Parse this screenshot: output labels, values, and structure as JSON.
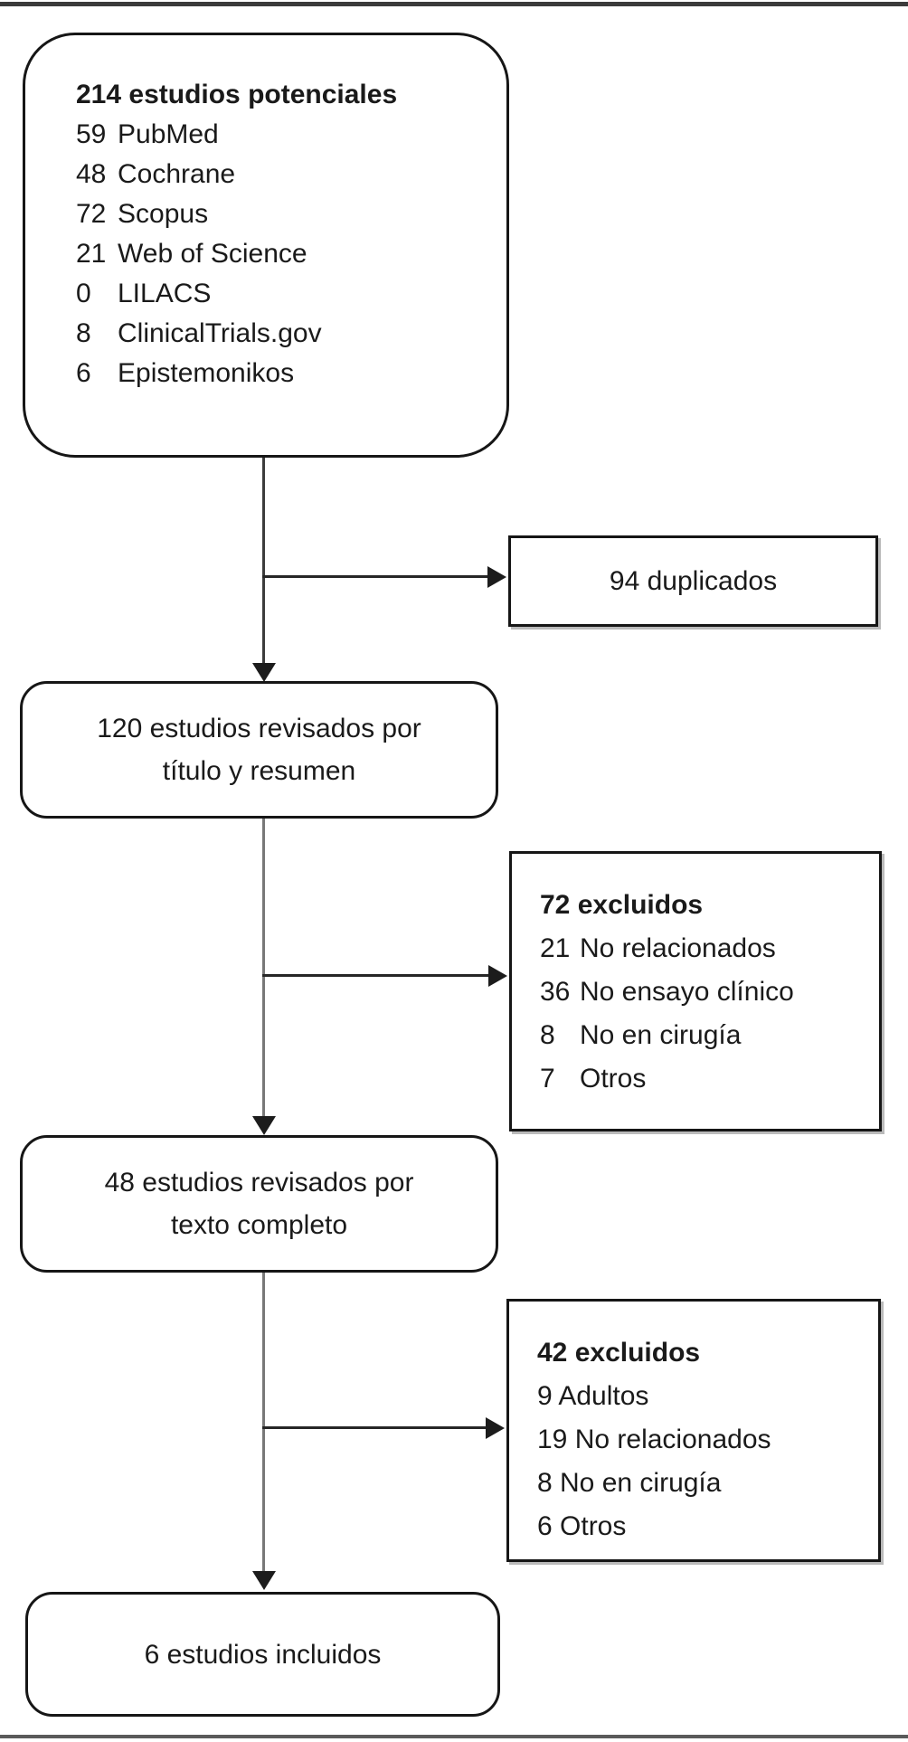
{
  "flowchart": {
    "boxes": {
      "potential": {
        "title": "214 estudios potenciales",
        "rows": [
          {
            "num": "59",
            "label": "PubMed"
          },
          {
            "num": "48",
            "label": "Cochrane"
          },
          {
            "num": "72",
            "label": "Scopus"
          },
          {
            "num": "21",
            "label": "Web of Science"
          },
          {
            "num": "0",
            "label": "LILACS"
          },
          {
            "num": "8",
            "label": "ClinicalTrials.gov"
          },
          {
            "num": "6",
            "label": "Epistemonikos"
          }
        ]
      },
      "duplicates": {
        "label": "94 duplicados"
      },
      "title_abstract": {
        "line1": "120 estudios revisados por",
        "line2": "título y resumen"
      },
      "excluded_title_abstract": {
        "title": "72 excluidos",
        "rows": [
          {
            "num": "21",
            "label": "No relacionados"
          },
          {
            "num": "36",
            "label": "No ensayo clínico"
          },
          {
            "num": "8",
            "label": "No en cirugía"
          },
          {
            "num": "7",
            "label": "Otros"
          }
        ]
      },
      "full_text": {
        "line1": "48 estudios revisados por",
        "line2": "texto completo"
      },
      "excluded_full_text": {
        "title": "42 excluidos",
        "lines": [
          "9 Adultos",
          "19 No relacionados",
          "8 No en cirugía",
          "6 Otros"
        ]
      },
      "included": {
        "label": "6 estudios incluidos"
      }
    },
    "colors": {
      "border": "#161616",
      "line_dark": "#3c3c3c",
      "line_gray": "#787878",
      "arrow": "#1c1c1c",
      "rule_top": "#3b3b3b",
      "rule_bottom": "#5a5a5a"
    }
  }
}
